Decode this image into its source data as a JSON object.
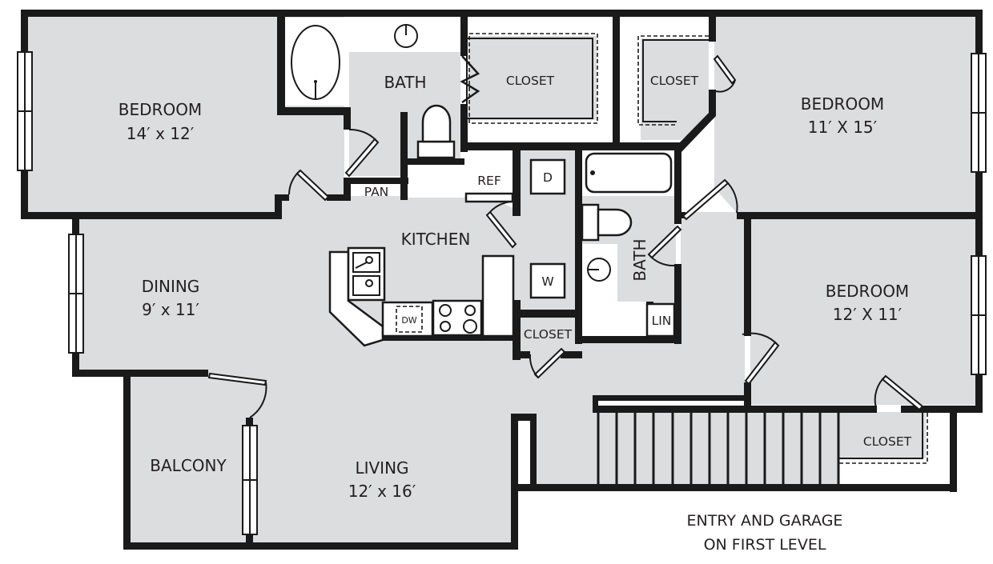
{
  "floor_plan": {
    "rooms": {
      "bedroom_1": {
        "name": "BEDROOM",
        "size": "14′ x 12′"
      },
      "bedroom_2": {
        "name": "BEDROOM",
        "size": "11′ X 15′"
      },
      "bedroom_3": {
        "name": "BEDROOM",
        "size": "12′ X 11′"
      },
      "dining": {
        "name": "DINING",
        "size": "9′ x 11′"
      },
      "living": {
        "name": "LIVING",
        "size": "12′ x 16′"
      },
      "kitchen": {
        "name": "KITCHEN"
      },
      "balcony": {
        "name": "BALCONY"
      },
      "master_bath": {
        "name": "BATH"
      },
      "hall_bath": {
        "name": "BATH"
      }
    },
    "closets": {
      "master_walkin": "CLOSET",
      "bedroom_2": "CLOSET",
      "laundry_hall": "CLOSET",
      "bedroom_3": "CLOSET"
    },
    "fixtures": {
      "pantry": "PAN",
      "refrigerator": "REF",
      "dryer": "D",
      "washer": "W",
      "dishwasher": "DW",
      "linen": "LIN"
    },
    "notes": {
      "entry_line1": "ENTRY AND GARAGE",
      "entry_line2": "ON FIRST LEVEL"
    },
    "colors": {
      "floor": "#dcdddf",
      "wall": "#1a1a1a",
      "background": "#ffffff"
    }
  }
}
